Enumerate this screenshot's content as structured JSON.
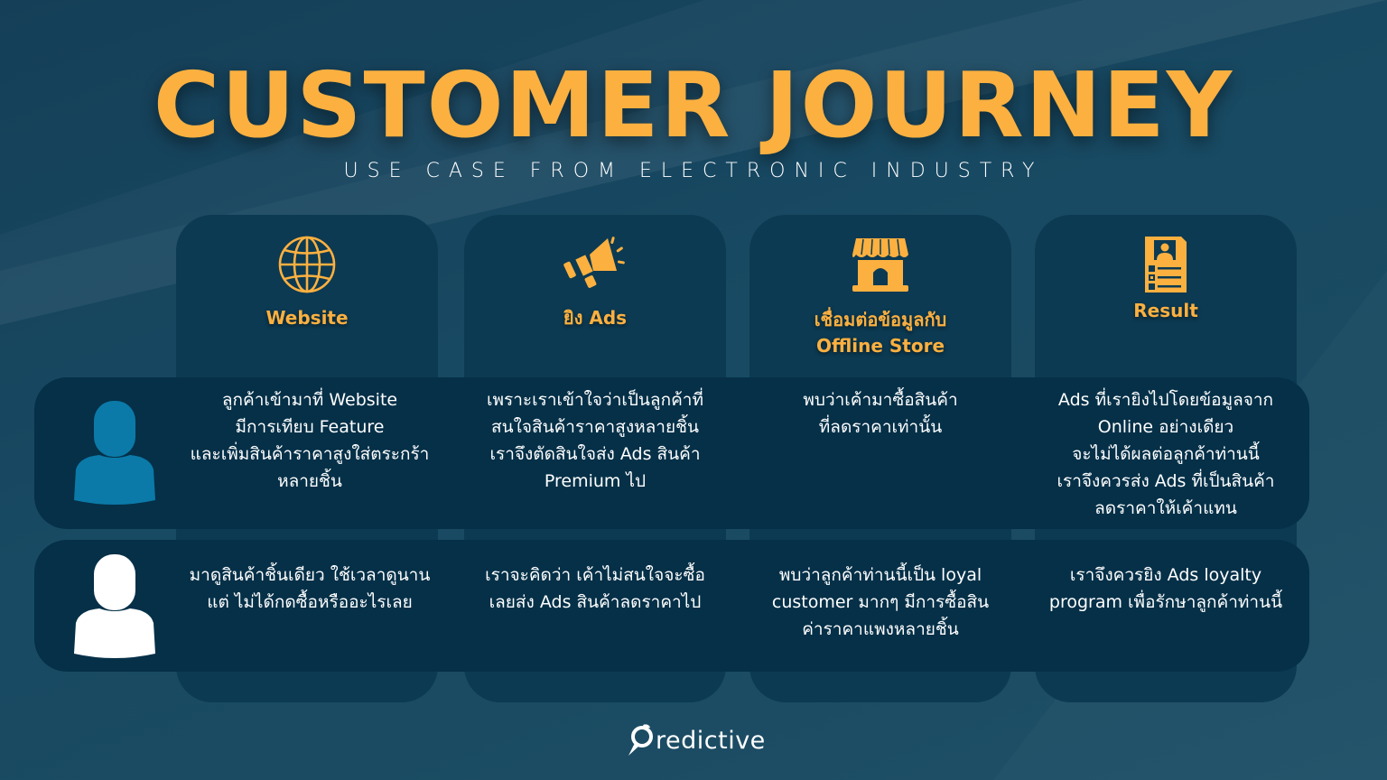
{
  "header": {
    "title": "CUSTOMER JOURNEY",
    "subtitle": "USE CASE FROM ELECTRONIC INDUSTRY"
  },
  "colors": {
    "background": "#174660",
    "column": "#0c3a52",
    "row": "#053048",
    "accent": "#fbb040",
    "avatar_blue": "#0b7aa8",
    "avatar_white": "#ffffff"
  },
  "columns": [
    {
      "icon": "globe-icon",
      "label": "Website"
    },
    {
      "icon": "megaphone-icon",
      "label": "ยิง Ads"
    },
    {
      "icon": "store-icon",
      "label_line1": "เชื่อมต่อข้อมูลกับ",
      "label_line2": "Offline Store"
    },
    {
      "icon": "resume-checklist-icon",
      "label": "Result"
    }
  ],
  "rows": [
    {
      "avatar": "user-icon-blue",
      "cells": [
        [
          "ลูกค้าเข้ามาที่ Website",
          "มีการเทียบ Feature",
          "และเพิ่มสินค้าราคาสูงใส่ตระกร้า",
          "หลายชิ้น"
        ],
        [
          "เพราะเราเข้าใจว่าเป็นลูกค้าที่",
          "สนใจสินค้าราคาสูงหลายชิ้น",
          "เราจึงตัดสินใจส่ง Ads สินค้า",
          "Premium ไป"
        ],
        [
          "พบว่าเค้ามาซื้อสินค้า",
          "ที่ลดราคาเท่านั้น"
        ],
        [
          "Ads ที่เรายิงไปโดยข้อมูลจาก",
          "Online อย่างเดียว",
          "จะไม่ได้ผลต่อลูกค้าท่านนี้",
          "เราจึงควรส่ง Ads ที่เป็นสินค้า",
          "ลดราคาให้เค้าแทน"
        ]
      ]
    },
    {
      "avatar": "user-icon-white",
      "cells": [
        [
          "มาดูสินค้าชิ้นเดียว ใช้เวลาดูนาน",
          "แต่ ไม่ได้กดซื้อหรืออะไรเลย"
        ],
        [
          "เราจะคิดว่า เค้าไม่สนใจจะซื้อ",
          "เลยส่ง Ads สินค้าลดราคาไป"
        ],
        [
          "พบว่าลูกค้าท่านนี้เป็น loyal",
          "customer มากๆ มีการซื้อสิน",
          "ค่าราคาแพงหลายชิ้น"
        ],
        [
          "เราจึงควรยิง Ads loyalty",
          "program เพื่อรักษาลูกค้าท่านนี้"
        ]
      ]
    }
  ],
  "footer": {
    "logo_text": "redictive"
  }
}
